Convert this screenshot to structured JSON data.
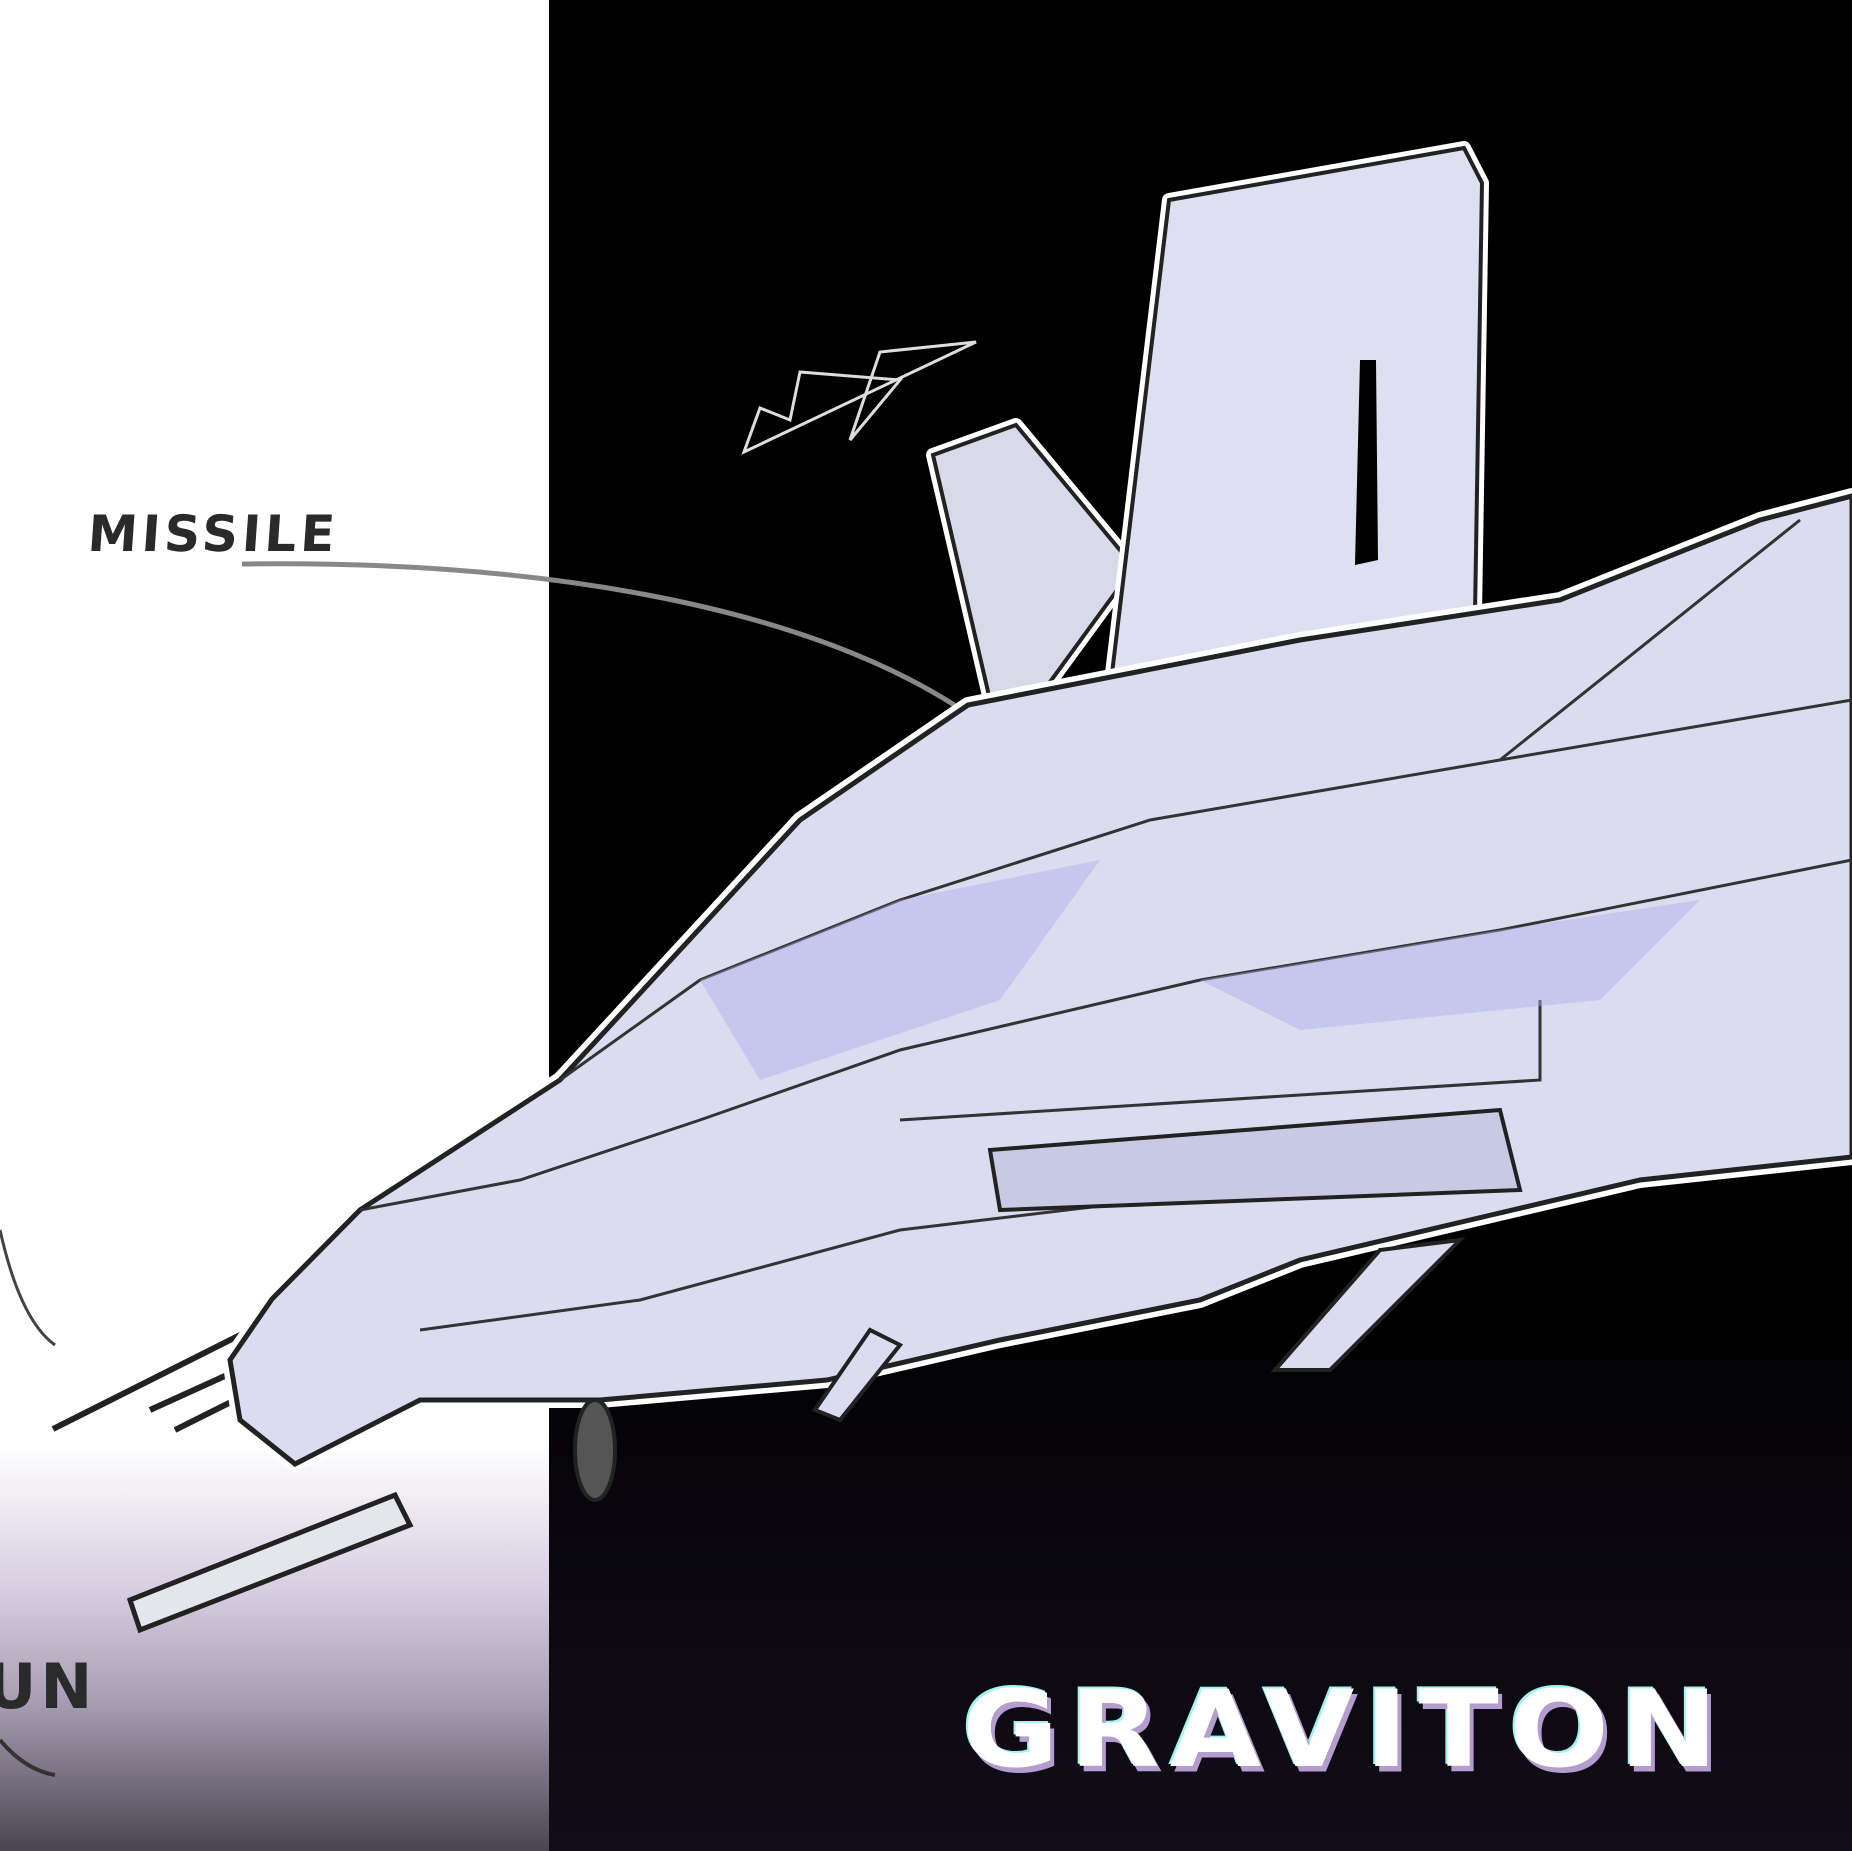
{
  "annotations": {
    "missile": "MISSILE",
    "gun_partial": "UN"
  },
  "logo": {
    "text": "GRAVITON"
  },
  "colors": {
    "background_dark": "#000000",
    "panel_light": "#ffffff",
    "hull_fill": "#dcdcf0",
    "hull_shade": "#a9aee8",
    "logo_text": "#ffffff",
    "logo_shadow": "#b59ccf"
  }
}
